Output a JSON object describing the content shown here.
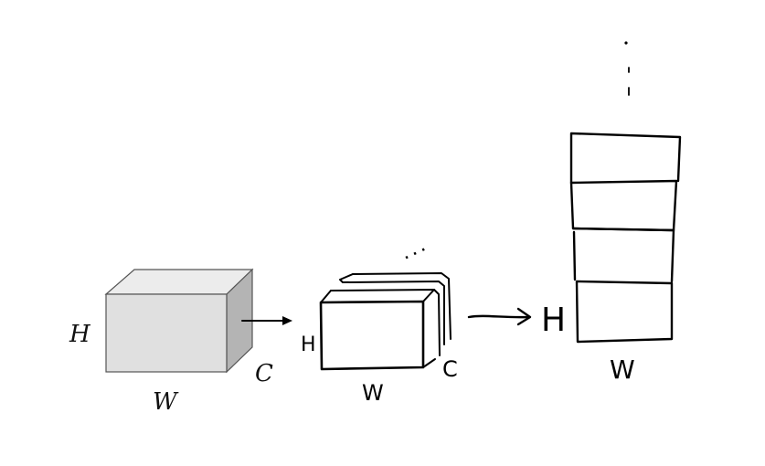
{
  "diagram": {
    "cube": {
      "height_label": "H",
      "width_label": "W",
      "channel_label": "C",
      "colors": {
        "front": "#e0e0e0",
        "top": "#ececec",
        "side": "#b4b4b4",
        "edge": "#555555"
      }
    },
    "sliced_tensor": {
      "height_label": "H",
      "width_label": "W",
      "channel_label": "C",
      "ellipsis": "..."
    },
    "stacked_tensor": {
      "height_label": "H",
      "width_label": "W",
      "ellipsis": "...",
      "visible_slices": 4
    }
  }
}
